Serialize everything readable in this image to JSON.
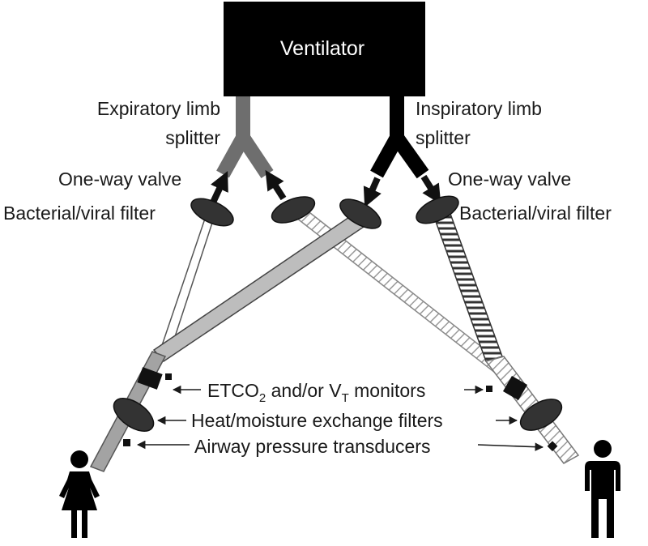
{
  "diagram": {
    "ventilator_label": "Ventilator",
    "expiratory_splitter_label": [
      "Expiratory limb",
      "splitter"
    ],
    "inspiratory_splitter_label": [
      "Inspiratory limb",
      "splitter"
    ],
    "one_way_valve_left": "One-way valve",
    "one_way_valve_right": "One-way valve",
    "filter_left": "Bacterial/viral filter",
    "filter_right": "Bacterial/viral filter",
    "etco2_label": {
      "prefix": "ETCO",
      "sub1": "2",
      "middle": " and/or V",
      "sub2": "T",
      "suffix": " monitors"
    },
    "hme_label": "Heat/moisture exchange filters",
    "pressure_label": "Airway pressure transducers",
    "patients": [
      "female",
      "male"
    ]
  }
}
